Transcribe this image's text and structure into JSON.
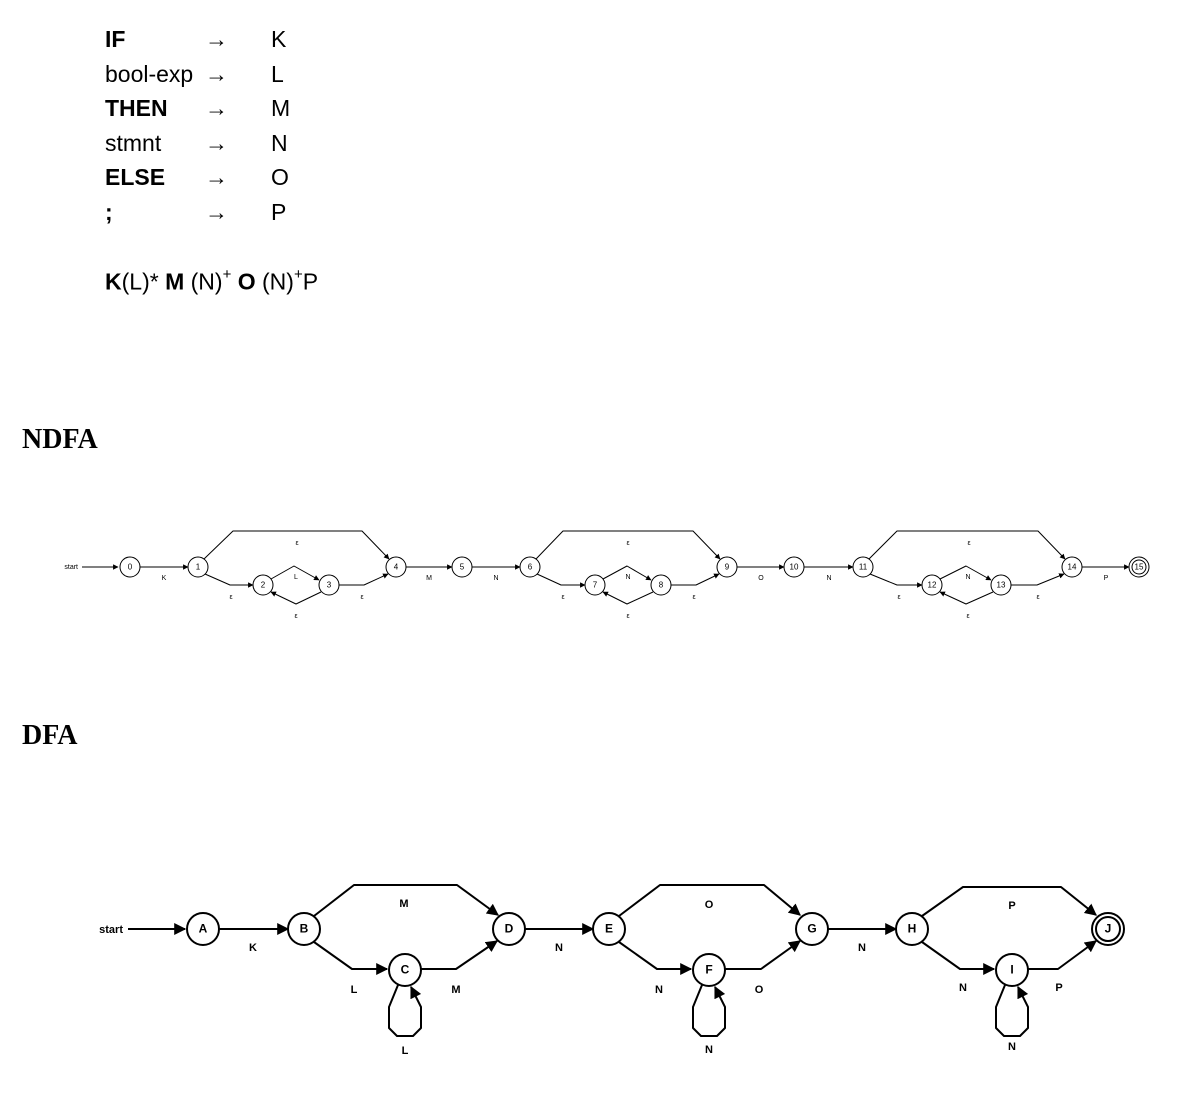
{
  "mapping": [
    {
      "token": "IF",
      "bold": true,
      "symbol": "K"
    },
    {
      "token": "bool-exp",
      "bold": false,
      "symbol": "L"
    },
    {
      "token": "THEN",
      "bold": true,
      "symbol": "M"
    },
    {
      "token": "stmnt",
      "bold": false,
      "symbol": "N"
    },
    {
      "token": "ELSE",
      "bold": true,
      "symbol": "O"
    },
    {
      "token": ";",
      "bold": true,
      "symbol": "P"
    }
  ],
  "arrow": "→",
  "regex": {
    "k": "K",
    "l": "(L)*",
    "m": "M",
    "n1": "(N)",
    "plus": "+",
    "o": "O",
    "n2": "(N)",
    "p": "P"
  },
  "ndfa": {
    "title": "NDFA",
    "start_label": "start",
    "states": [
      "0",
      "1",
      "2",
      "3",
      "4",
      "5",
      "6",
      "7",
      "8",
      "9",
      "10",
      "11",
      "12",
      "13",
      "14",
      "15"
    ],
    "accept": "15",
    "transitions": [
      {
        "from": "0",
        "to": "1",
        "label": "K"
      },
      {
        "from": "1",
        "to": "4",
        "label": "ε"
      },
      {
        "from": "1",
        "to": "2",
        "label": "ε"
      },
      {
        "from": "2",
        "to": "3",
        "label": "L"
      },
      {
        "from": "3",
        "to": "2",
        "label": "ε"
      },
      {
        "from": "3",
        "to": "4",
        "label": "ε"
      },
      {
        "from": "4",
        "to": "5",
        "label": "M"
      },
      {
        "from": "5",
        "to": "6",
        "label": "N"
      },
      {
        "from": "6",
        "to": "9",
        "label": "ε"
      },
      {
        "from": "6",
        "to": "7",
        "label": "ε"
      },
      {
        "from": "7",
        "to": "8",
        "label": "N"
      },
      {
        "from": "8",
        "to": "7",
        "label": "ε"
      },
      {
        "from": "8",
        "to": "9",
        "label": "ε"
      },
      {
        "from": "9",
        "to": "10",
        "label": "O"
      },
      {
        "from": "10",
        "to": "11",
        "label": "N"
      },
      {
        "from": "11",
        "to": "14",
        "label": "ε"
      },
      {
        "from": "11",
        "to": "12",
        "label": "ε"
      },
      {
        "from": "12",
        "to": "13",
        "label": "N"
      },
      {
        "from": "13",
        "to": "12",
        "label": "ε"
      },
      {
        "from": "13",
        "to": "14",
        "label": "ε"
      },
      {
        "from": "14",
        "to": "15",
        "label": "P"
      }
    ]
  },
  "dfa": {
    "title": "DFA",
    "start_label": "start",
    "states": [
      "A",
      "B",
      "C",
      "D",
      "E",
      "F",
      "G",
      "H",
      "I",
      "J"
    ],
    "accept": "J",
    "transitions": [
      {
        "from": "A",
        "to": "B",
        "label": "K"
      },
      {
        "from": "B",
        "to": "D",
        "label": "M"
      },
      {
        "from": "B",
        "to": "C",
        "label": "L"
      },
      {
        "from": "C",
        "to": "C",
        "label": "L"
      },
      {
        "from": "C",
        "to": "D",
        "label": "M"
      },
      {
        "from": "D",
        "to": "E",
        "label": "N"
      },
      {
        "from": "E",
        "to": "G",
        "label": "O"
      },
      {
        "from": "E",
        "to": "F",
        "label": "N"
      },
      {
        "from": "F",
        "to": "F",
        "label": "N"
      },
      {
        "from": "F",
        "to": "G",
        "label": "O"
      },
      {
        "from": "G",
        "to": "H",
        "label": "N"
      },
      {
        "from": "H",
        "to": "J",
        "label": "P"
      },
      {
        "from": "H",
        "to": "I",
        "label": "N"
      },
      {
        "from": "I",
        "to": "I",
        "label": "N"
      },
      {
        "from": "I",
        "to": "J",
        "label": "P"
      }
    ]
  }
}
